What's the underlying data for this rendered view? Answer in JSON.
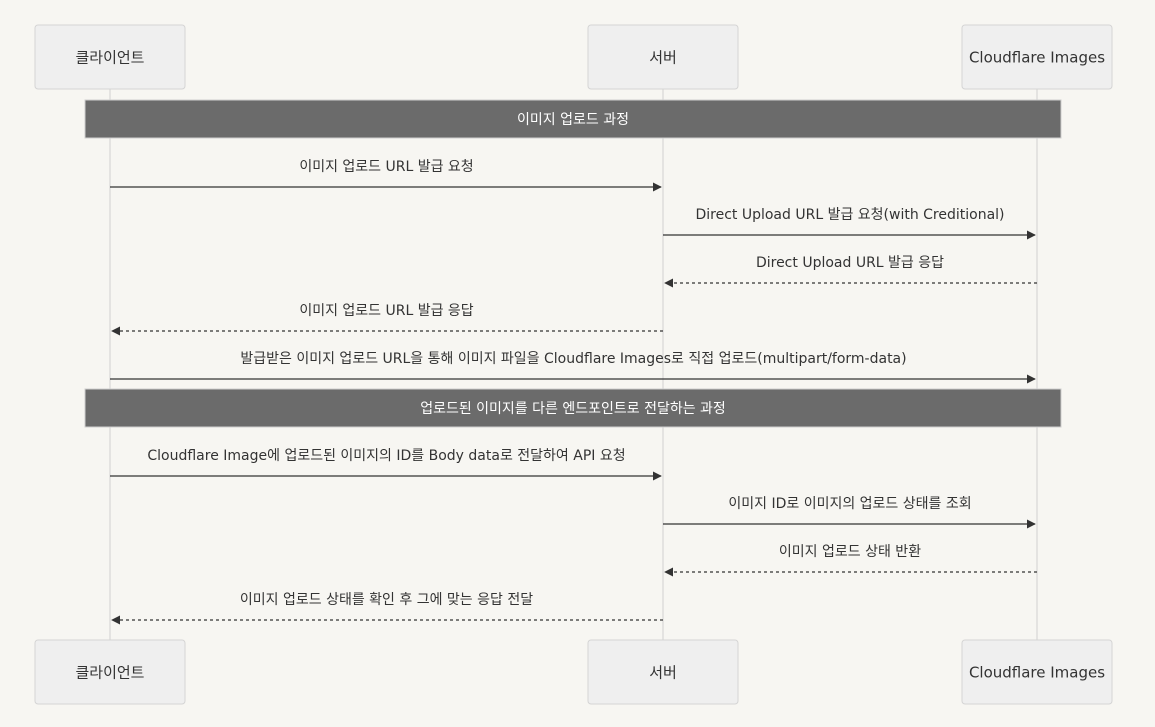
{
  "participants": [
    {
      "id": "client",
      "label": "클라이언트"
    },
    {
      "id": "server",
      "label": "서버"
    },
    {
      "id": "cf",
      "label": "Cloudflare Images"
    }
  ],
  "sections": [
    {
      "label": "이미지 업로드 과정"
    },
    {
      "label": "업로드된 이미지를 다른 엔드포인트로 전달하는 과정"
    }
  ],
  "messages": [
    {
      "from": "client",
      "to": "server",
      "style": "solid",
      "label": "이미지 업로드 URL 발급 요청"
    },
    {
      "from": "server",
      "to": "cf",
      "style": "solid",
      "label": "Direct Upload URL 발급 요청(with Creditional)"
    },
    {
      "from": "cf",
      "to": "server",
      "style": "dashed",
      "label": "Direct Upload URL 발급 응답"
    },
    {
      "from": "server",
      "to": "client",
      "style": "dashed",
      "label": "이미지 업로드 URL 발급 응답"
    },
    {
      "from": "client",
      "to": "cf",
      "style": "solid",
      "label": "발급받은 이미지 업로드 URL을 통해 이미지 파일을 Cloudflare Images로 직접 업로드(multipart/form-data)"
    },
    {
      "from": "client",
      "to": "server",
      "style": "solid",
      "label": "Cloudflare Image에 업로드된 이미지의 ID를 Body data로 전달하여 API 요청"
    },
    {
      "from": "server",
      "to": "cf",
      "style": "solid",
      "label": "이미지 ID로 이미지의 업로드 상태를 조회"
    },
    {
      "from": "cf",
      "to": "server",
      "style": "dashed",
      "label": "이미지 업로드 상태 반환"
    },
    {
      "from": "server",
      "to": "client",
      "style": "dashed",
      "label": "이미지 업로드 상태를 확인 후 그에 맞는 응답 전달"
    }
  ]
}
